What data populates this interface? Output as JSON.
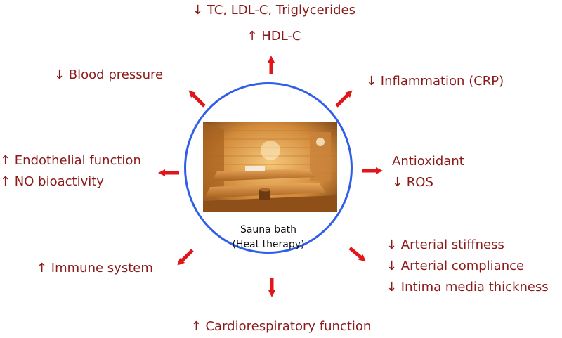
{
  "colors": {
    "text": "#8b1a1a",
    "arrow": "#e0161b",
    "circle": "#2f5ee8"
  },
  "photo": {
    "icon": "sauna-room-photo"
  },
  "center": {
    "line1": "Sauna bath",
    "line2": "(Heat therapy)"
  },
  "top": {
    "line1": "↓ TC, LDL-C, Triglycerides",
    "line2": "↑ HDL-C"
  },
  "top_left": {
    "line1": "↓ Blood pressure"
  },
  "top_right": {
    "line1": "↓ Inflammation (CRP)"
  },
  "left": {
    "line1": "↑ Endothelial function",
    "line2": "↑ NO bioactivity"
  },
  "right": {
    "line1": "Antioxidant",
    "line2": "↓ ROS"
  },
  "bottom_left": {
    "line1": "↑ Immune system"
  },
  "bottom_right": {
    "line1": "↓ Arterial stiffness",
    "line2": "↓ Arterial compliance",
    "line3": "↓ Intima media thickness"
  },
  "bottom": {
    "line1": "↑ Cardiorespiratory function"
  }
}
